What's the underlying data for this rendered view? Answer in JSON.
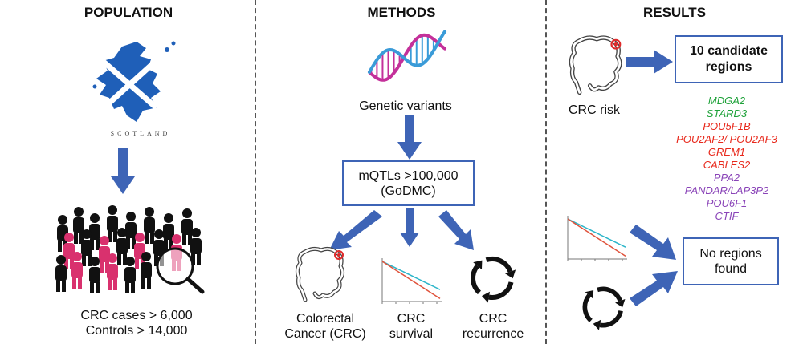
{
  "population": {
    "heading": "POPULATION",
    "map_label": "SCOTLAND",
    "cases": "CRC cases > 6,000",
    "controls": "Controls > 14,000"
  },
  "methods": {
    "heading": "METHODS",
    "genetic_variants": "Genetic variants",
    "mqtl_line1": "mQTLs >100,000",
    "mqtl_line2": "(GoDMC)",
    "outcome_crc_line1": "Colorectal",
    "outcome_crc_line2": "Cancer (CRC)",
    "outcome_survival_line1": "CRC",
    "outcome_survival_line2": "survival",
    "outcome_recurrence_line1": "CRC",
    "outcome_recurrence_line2": "recurrence"
  },
  "results": {
    "heading": "RESULTS",
    "crc_risk": "CRC risk",
    "candidate_line1": "10 candidate",
    "candidate_line2": "regions",
    "no_regions_line1": "No regions",
    "no_regions_line2": "found",
    "genes": [
      {
        "name": "MDGA2",
        "color": "#1fa23a"
      },
      {
        "name": "STARD3",
        "color": "#1fa23a"
      },
      {
        "name": "POU5F1B",
        "color": "#e8291c"
      },
      {
        "name": "POU2AF2/ POU2AF3",
        "color": "#e8291c"
      },
      {
        "name": "GREM1",
        "color": "#e8291c"
      },
      {
        "name": "CABLES2",
        "color": "#e8291c"
      },
      {
        "name": "PPA2",
        "color": "#8a44b8"
      },
      {
        "name": "PANDAR/LAP3P2",
        "color": "#8a44b8"
      },
      {
        "name": "POU6F1",
        "color": "#8a44b8"
      },
      {
        "name": "CTIF",
        "color": "#8a44b8"
      }
    ]
  },
  "colors": {
    "arrow": "#3e64b6",
    "box_border": "#3e64b6",
    "scotland_blue": "#1f5fb8",
    "case_pink": "#d9316e",
    "control_black": "#111111",
    "dna_magenta": "#c4309a",
    "dna_blue": "#3a9bd8",
    "survival_cyan": "#2cb5c9",
    "survival_red": "#e0533c"
  }
}
